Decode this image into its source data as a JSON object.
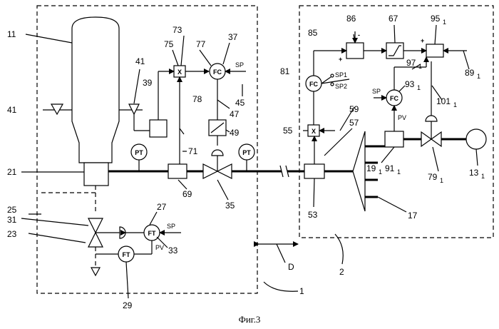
{
  "diagram": {
    "caption": "Фиг.3",
    "refs": {
      "r11": "11",
      "r41a": "41",
      "r41b": "41",
      "r39": "39",
      "r75": "75",
      "r73": "73",
      "r77": "77",
      "r37": "37",
      "r78": "78",
      "r45": "45",
      "r47": "47",
      "r49": "49",
      "r21": "21",
      "r71": "71",
      "r25": "25",
      "r27": "27",
      "r31": "31",
      "r23": "23",
      "r33": "33",
      "r29": "29",
      "r69": "69",
      "r35": "35",
      "r86": "86",
      "r67": "67",
      "r95": "95",
      "r85": "85",
      "r81": "81",
      "r97": "97",
      "r93": "93",
      "r89": "89",
      "r59": "59",
      "r57": "57",
      "r55": "55",
      "r101": "101",
      "r91": "91",
      "r79": "79",
      "r19": "19",
      "r13": "13",
      "r53": "53",
      "r17": "17",
      "rD": "D",
      "r2": "2",
      "r1": "1"
    },
    "subscript": "1",
    "instruments": {
      "pt": "PT",
      "fc": "FC",
      "ft": "FT",
      "x": "X",
      "sp": "SP",
      "pv": "PV",
      "sp1": "SP1",
      "sp2": "SP2",
      "plus": "+",
      "minus": "-"
    }
  }
}
